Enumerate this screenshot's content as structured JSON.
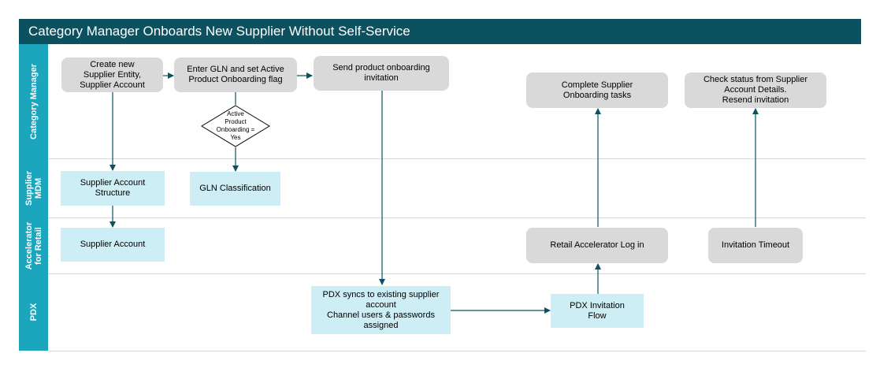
{
  "title": "Category Manager Onboards New Supplier Without Self-Service",
  "lanes": {
    "category_manager": "Category Manager",
    "supplier_mdm": "Supplier\nMDM",
    "accelerator": "Accelerator\nfor Retail",
    "pdx": "PDX"
  },
  "nodes": {
    "create_supplier": "Create new\nSupplier Entity,\nSupplier Account",
    "enter_gln": "Enter GLN and set Active\nProduct Onboarding flag",
    "send_invitation": "Send product onboarding\ninvitation",
    "complete_tasks": "Complete Supplier\nOnboarding tasks",
    "check_status": "Check status from Supplier\nAccount Details.\nResend invitation",
    "decision": "Active\nProduct\nOnboarding =\nYes",
    "account_structure": "Supplier Account\nStructure",
    "gln_classification": "GLN Classification",
    "supplier_account": "Supplier Account",
    "retail_login": "Retail Accelerator Log in",
    "invitation_timeout": "Invitation Timeout",
    "pdx_sync": "PDX syncs to existing supplier\naccount\nChannel users & passwords\nassigned",
    "pdx_flow": "PDX Invitation\nFlow"
  },
  "colors": {
    "title_bg": "#0c5160",
    "lane_bg": "#1ba6bd",
    "process_grey": "#d9d9d9",
    "system_blue": "#cdeef4",
    "arrow": "#0c5160"
  }
}
